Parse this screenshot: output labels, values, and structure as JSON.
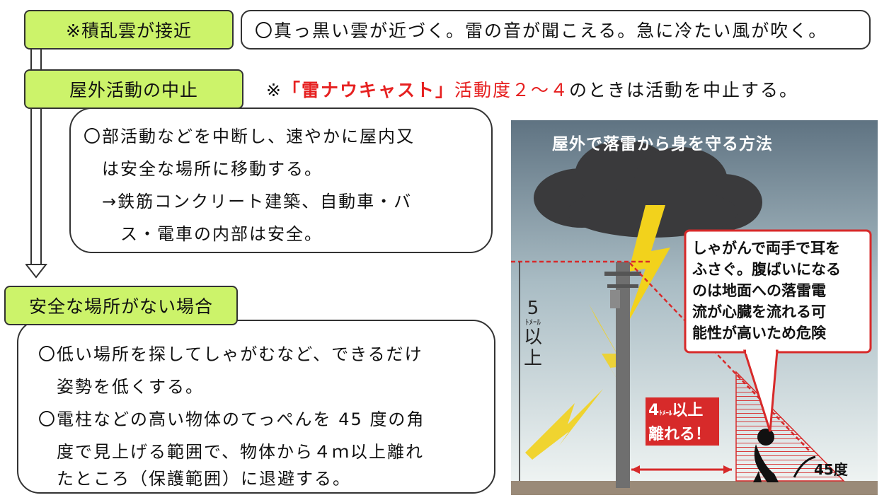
{
  "steps": {
    "approach": {
      "label": "※積乱雲が接近",
      "note": "〇真っ黒い雲が近づく。雷の音が聞こえる。急に冷たい風が吹く。"
    },
    "stop": {
      "label": "屋外活動の中止",
      "note_prefix": "※",
      "note_nowcast": "「雷ナウキャスト」",
      "note_level": "活動度２～４",
      "note_suffix": "のときは活動を中止する。"
    },
    "move_box": {
      "lines": [
        "〇部活動などを中断し、速やかに屋内又",
        "は安全な場所に移動する。",
        "→鉄筋コンクリート建築、自動車・バ",
        "ス・電車の内部は安全。"
      ]
    },
    "no_safe": {
      "label": "安全な場所がない場合",
      "line1": "〇低い場所を探してしゃがむなど、できるだけ",
      "line2": "姿勢を低くする。",
      "line3_pre": "〇電柱などの高い物体のてっぺんを ",
      "line3_num": "45",
      "line3_post": " 度の角",
      "line4": "度で見上げる範囲で、物体から４ｍ以上離れ",
      "line5": "たところ（保護範囲）に退避する。"
    }
  },
  "illustration": {
    "title": "屋外で落雷から身を守る方法",
    "callout_lines": [
      "しゃがんで両手で耳を",
      "ふさぐ。腹ばいになる",
      "のは地面への落雷電",
      "流が心臓を流れる可",
      "能性が高いため危険"
    ],
    "height_num": "5",
    "height_unit": "ﾄﾒｰﾙ",
    "height_rest_1": "以",
    "height_rest_2": "上",
    "distance_num": "4",
    "distance_unit": "ﾄﾒｰﾙ",
    "distance_rest": "以上",
    "distance_line2": "離れる！",
    "angle_label": "45度",
    "colors": {
      "sky_top": "#5f7382",
      "sky_bottom": "#eef3f2",
      "cloud": "#3a3a3c",
      "bolt": "#f2d21c",
      "red": "#d72a2a",
      "ground": "#9a8a78",
      "pole": "#6f6f6f"
    }
  }
}
